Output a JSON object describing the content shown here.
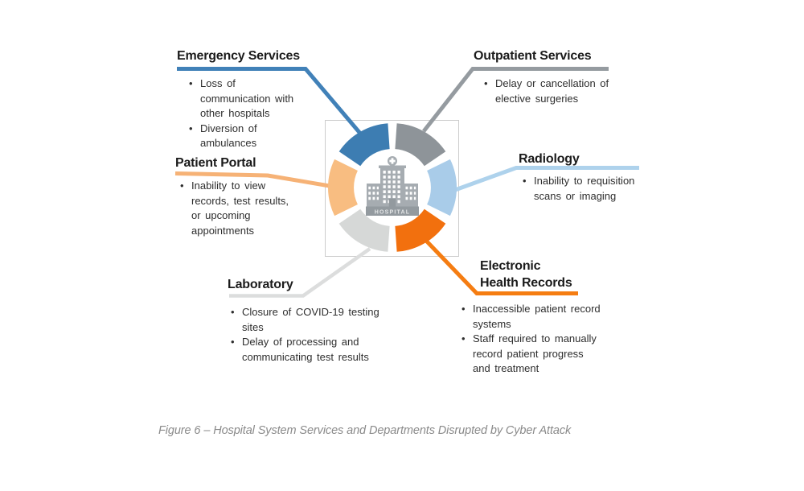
{
  "diagram": {
    "type": "radial-infographic-donut",
    "caption": "Figure 6 – Hospital System Services and Departments Disrupted by Cyber Attack",
    "center_label": "HOSPITAL",
    "colors": {
      "background": "#ffffff",
      "box_border": "#cccccc",
      "heading_text": "#1b1b1b",
      "body_text": "#2e2e2e",
      "caption_text": "#8a8a8a"
    },
    "sections": [
      {
        "label": "Emergency Services",
        "line_color": "#4181b8",
        "segment_color": "#3d7db2",
        "impacts": [
          "Loss of communication with other hospitals",
          "Diversion of ambulances"
        ]
      },
      {
        "label": "Outpatient Services",
        "line_color": "#959ba0",
        "segment_color": "#8e9499",
        "impacts": [
          "Delay or cancellation of elective surgeries"
        ]
      },
      {
        "label": "Patient Portal",
        "line_color": "#f6b276",
        "segment_color": "#f8bd81",
        "impacts": [
          "Inability to view records, test results, or upcoming appointments"
        ]
      },
      {
        "label": "Radiology",
        "line_color": "#aed2ec",
        "segment_color": "#a9cce9",
        "impacts": [
          "Inability to requisition scans or imaging"
        ]
      },
      {
        "label": "Laboratory",
        "line_color": "#dcdddd",
        "segment_color": "#d6d8d7",
        "impacts": [
          "Closure of COVID-19 testing sites",
          "Delay of processing and communicating test results"
        ]
      },
      {
        "label": "Electronic\nHealth Records",
        "line_color": "#f57d12",
        "segment_color": "#f2700e",
        "impacts": [
          "Inaccessible patient record systems",
          "Staff required to manually record patient progress and treatment"
        ]
      }
    ]
  }
}
